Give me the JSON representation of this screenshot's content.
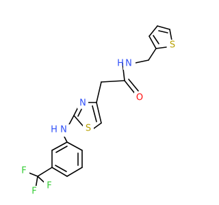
{
  "molecule": {
    "atoms": {
      "amide_N": {
        "symbol": "N",
        "hydrogen": "H"
      },
      "carbonyl_O": {
        "symbol": "O"
      },
      "thiophene_S": {
        "symbol": "S"
      },
      "thiazole_N": {
        "symbol": "N"
      },
      "thiazole_S": {
        "symbol": "S"
      },
      "amine_N": {
        "symbol": "N",
        "hydrogen": "H"
      },
      "fluorine_1": {
        "symbol": "F"
      },
      "fluorine_2": {
        "symbol": "F"
      },
      "fluorine_3": {
        "symbol": "F"
      }
    },
    "colors": {
      "bond": "#000000",
      "nitrogen": "#3050F8",
      "oxygen": "#FF0D0D",
      "sulfur": "#B8A000",
      "fluorine": "#33CC33",
      "background": "#FFFFFF"
    }
  }
}
